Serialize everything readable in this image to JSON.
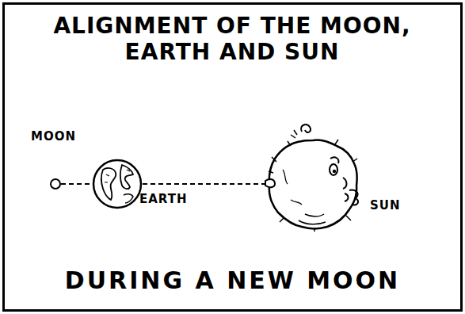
{
  "diagram": {
    "title": "ALIGNMENT OF THE MOON, EARTH AND SUN",
    "caption": "DURING A NEW MOON",
    "nodes": [
      {
        "text": [
          "MOON"
        ]
      },
      {
        "text": [
          "EARTH"
        ]
      },
      {
        "text": [
          "SUN"
        ]
      }
    ],
    "edges": [
      {
        "from": 0,
        "to": 1,
        "arrow": "none"
      },
      {
        "from": 1,
        "to": 2,
        "arrow": "none"
      }
    ]
  }
}
